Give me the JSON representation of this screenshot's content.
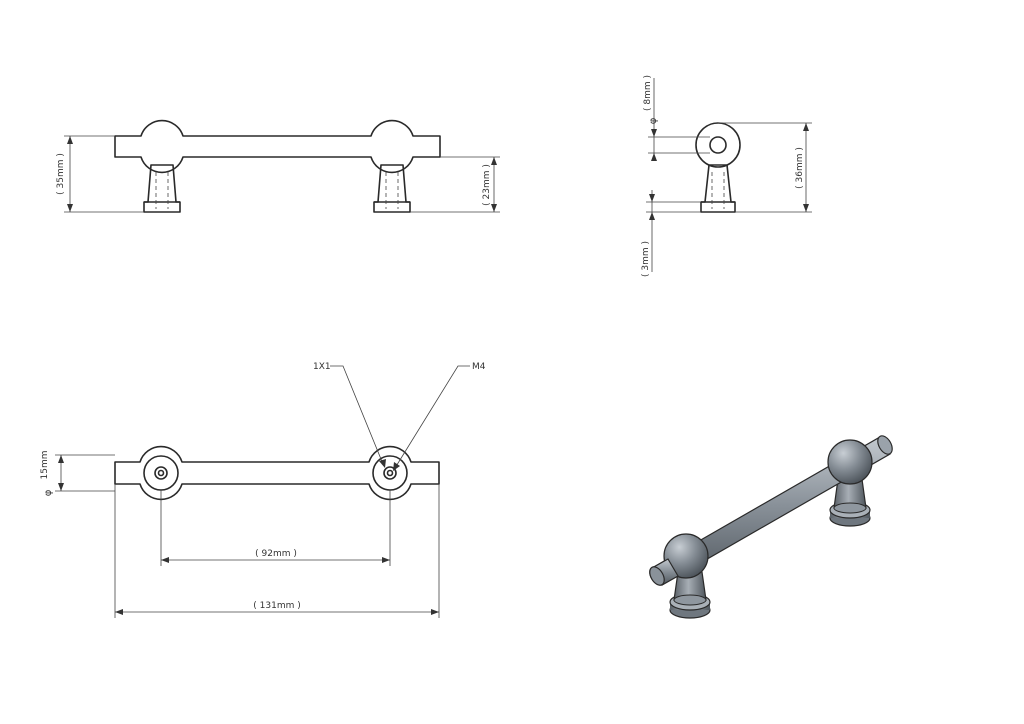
{
  "front_view": {
    "height_overall": "( 35mm )",
    "height_post": "( 23mm )"
  },
  "side_view": {
    "hole_diameter": "( 8mm )",
    "height_overall": "( 36mm )",
    "base_thickness": "( 3mm )",
    "diameter_symbol": "φ"
  },
  "top_view": {
    "bar_diameter": "15mm",
    "diameter_symbol": "φ",
    "callout_chamfer": "1X1",
    "callout_thread": "M4",
    "center_distance": "( 92mm )",
    "overall_length": "( 131mm )"
  },
  "iso_view": {
    "body_color": "#7f8790",
    "highlight_color": "#b9c0c7",
    "shadow_color": "#4c535a"
  }
}
